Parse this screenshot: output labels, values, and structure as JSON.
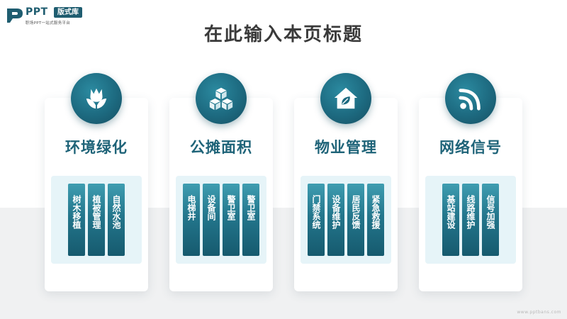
{
  "logo": {
    "mark": "P",
    "name": "PPT",
    "badge": "版式库",
    "slogan": "职场PPT一站式服务平台"
  },
  "title": "在此输入本页标题",
  "colors": {
    "primary": "#1e6378",
    "pill_top": "#3f9db1",
    "pill_bottom": "#165a6e",
    "panel": "#e6f4f8",
    "band": "#f0f1f2"
  },
  "cards": [
    {
      "icon": "tulip-icon",
      "title": "环境绿化",
      "items": [
        "树木移植",
        "植被管理",
        "自然水池"
      ]
    },
    {
      "icon": "cubes-icon",
      "title": "公摊面积",
      "items": [
        "电梯井",
        "设备间",
        "警卫室",
        "警卫室"
      ]
    },
    {
      "icon": "house-leaf-icon",
      "title": "物业管理",
      "items": [
        "门禁系统",
        "设备维护",
        "居民反馈",
        "紧急救援"
      ]
    },
    {
      "icon": "rss-icon",
      "title": "网络信号",
      "items": [
        "基站建设",
        "线路维护",
        "信号加强"
      ]
    }
  ],
  "watermark": "www.pptbans.com"
}
